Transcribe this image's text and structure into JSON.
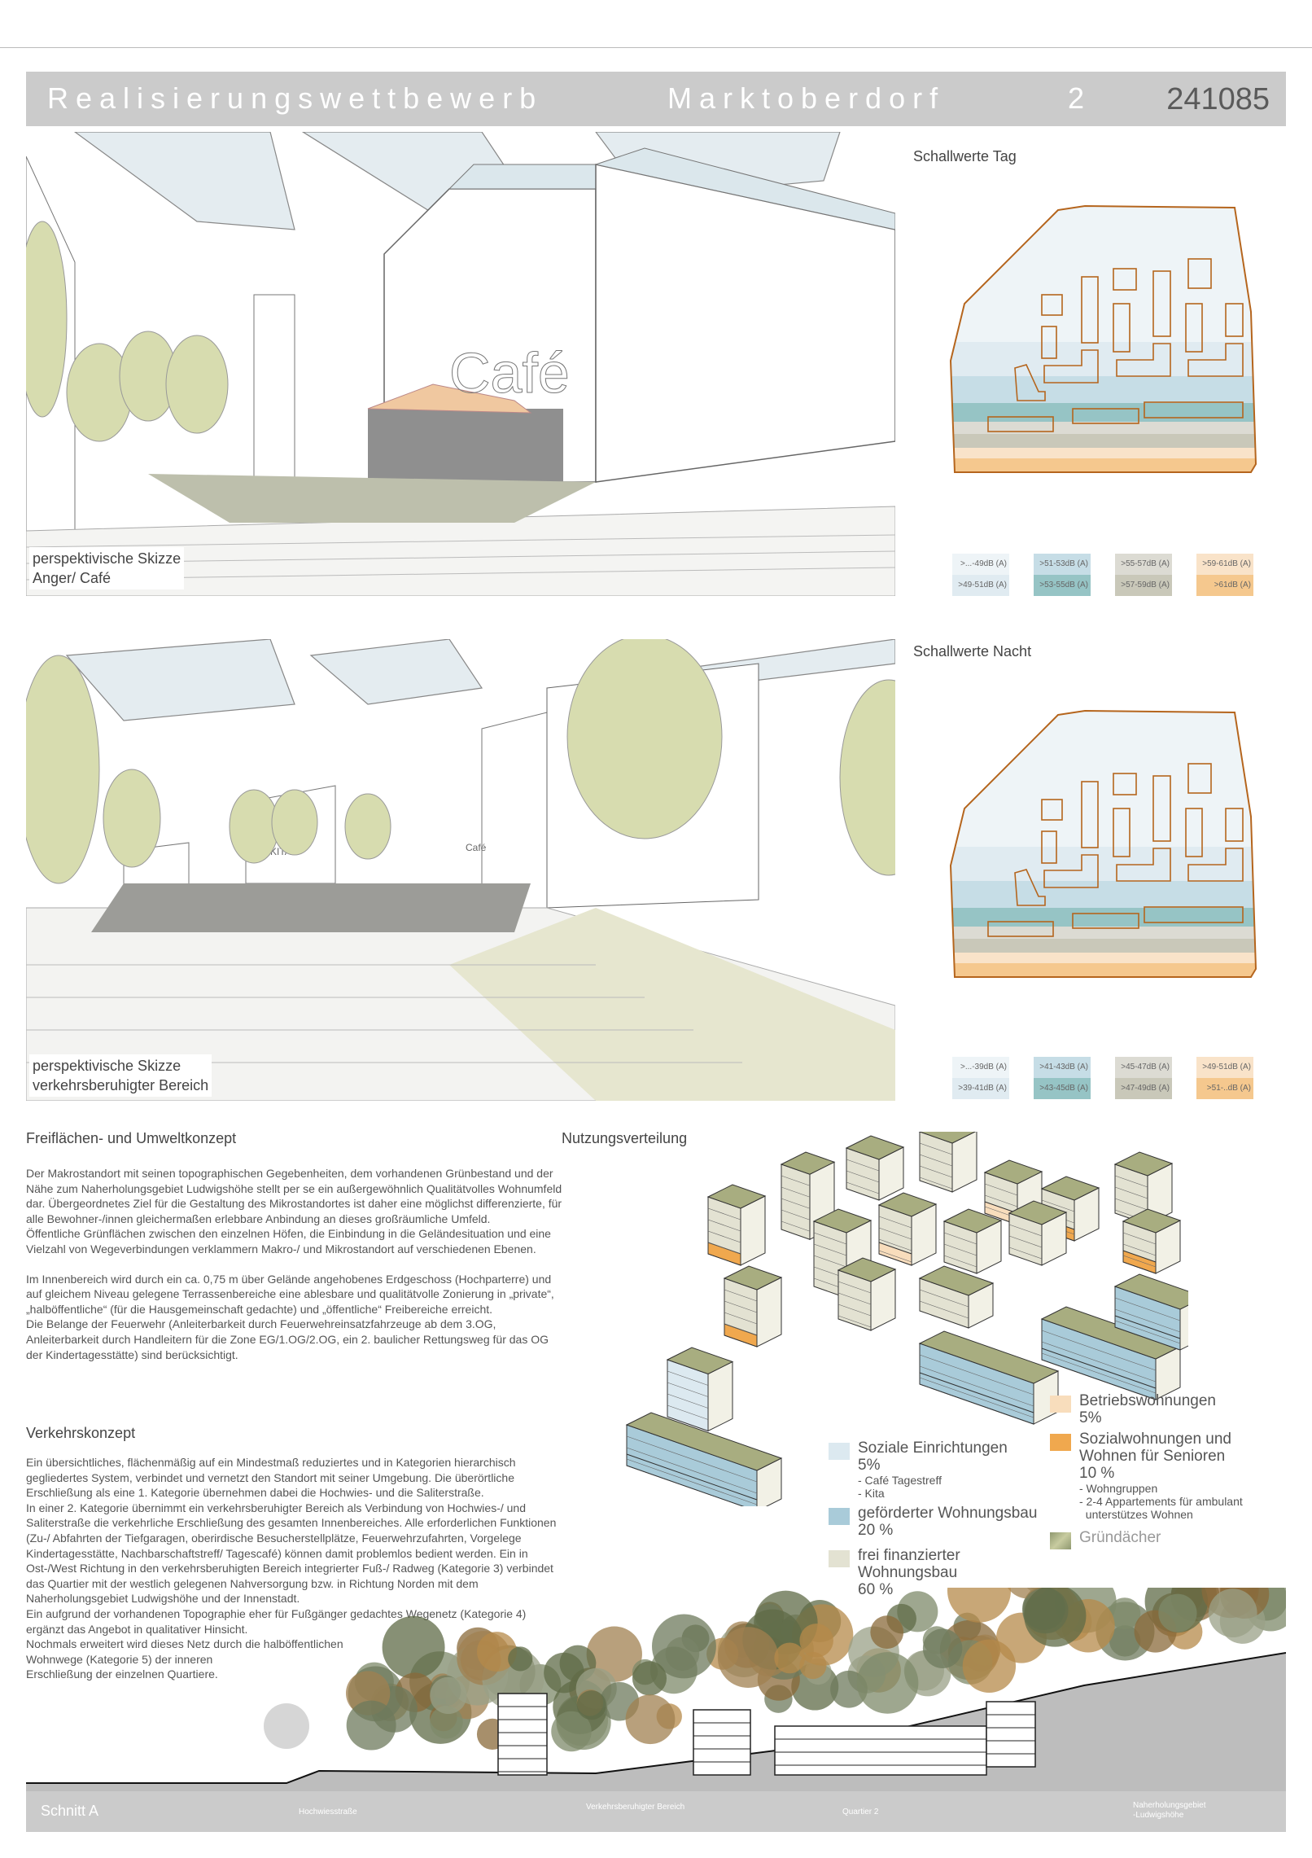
{
  "header": {
    "competition": "Realisierungswettbewerb",
    "place": "Marktoberdorf",
    "sheet": "2",
    "code": "241085"
  },
  "sketches": [
    {
      "label_line1": "perspektivische Skizze",
      "label_line2": "Anger/ Café",
      "sign": "Café"
    },
    {
      "label_line1": "perspektivische Skizze",
      "label_line2": "verkehrsberuhigter Bereich",
      "sign_kita": "KITA",
      "sign_cafe": "Café"
    }
  ],
  "noise": {
    "day": {
      "title": "Schallwerte Tag",
      "legend": [
        {
          "label": ">...-49dB (A)",
          "color": "#eef4f7"
        },
        {
          "label": ">49-51dB (A)",
          "color": "#e0ebf1"
        },
        {
          "label": ">51-53dB (A)",
          "color": "#c6dde6"
        },
        {
          "label": ">53-55dB (A)",
          "color": "#96c4c5"
        },
        {
          "label": ">55-57dB (A)",
          "color": "#dcdbd3"
        },
        {
          "label": ">57-59dB (A)",
          "color": "#c9c8b9"
        },
        {
          "label": ">59-61dB (A)",
          "color": "#f9e3c9"
        },
        {
          "label": ">61dB (A)",
          "color": "#f5c88e"
        }
      ]
    },
    "night": {
      "title": "Schallwerte Nacht",
      "legend": [
        {
          "label": ">...-39dB (A)",
          "color": "#eef4f7"
        },
        {
          "label": ">39-41dB (A)",
          "color": "#e0ebf1"
        },
        {
          "label": ">41-43dB (A)",
          "color": "#c6dde6"
        },
        {
          "label": ">43-45dB (A)",
          "color": "#96c4c5"
        },
        {
          "label": ">45-47dB (A)",
          "color": "#dcdbd3"
        },
        {
          "label": ">47-49dB (A)",
          "color": "#c9c8b9"
        },
        {
          "label": ">49-51dB (A)",
          "color": "#f9e3c9"
        },
        {
          "label": ">51-..dB (A)",
          "color": "#f5c88e"
        }
      ]
    },
    "outline_color": "#b5651d"
  },
  "freiflaechen": {
    "title": "Freiflächen- und Umweltkonzept",
    "paragraphs": [
      "Der Makrostandort mit seinen topographischen Gegebenheiten, dem vorhandenen Grünbestand und der Nähe zum Naherholungsgebiet Ludwigshöhe stellt per se ein außergewöhnlich Qualitätvolles Wohnumfeld dar. Übergeordnetes Ziel für die Gestaltung des Mikrostandortes ist daher eine möglichst differenzierte, für alle Bewohner-/innen gleichermaßen erlebbare Anbindung an dieses großräumliche Umfeld.",
      "Öffentliche Grünflächen zwischen den einzelnen Höfen, die Einbindung in die Geländesituation und eine Vielzahl von Wegeverbindungen verklammern Makro-/ und Mikrostandort auf verschiedenen Ebenen.",
      "Im Innenbereich wird durch ein ca. 0,75 m über Gelände angehobenes Erdgeschoss (Hochparterre) und auf gleichem Niveau gelegene Terrassenbereiche eine ablesbare und qualitätvolle Zonierung in „private“, „halböffentliche“ (für die Hausgemeinschaft gedachte) und „öffentliche“ Freibereiche erreicht.",
      "Die Belange der Feuerwehr (Anleiterbarkeit durch Feuerwehreinsatzfahrzeuge ab dem 3.OG, Anleiterbarkeit durch Handleitern für die Zone EG/1.OG/2.OG, ein 2. baulicher Rettungsweg für das OG der Kindertagesstätte) sind berücksichtigt."
    ]
  },
  "verkehr": {
    "title": "Verkehrskonzept",
    "paragraphs": [
      "Ein übersichtliches, flächenmäßig auf ein Mindestmaß reduziertes und in Kategorien hierarchisch gegliedertes System, verbindet und vernetzt den Standort mit seiner Umgebung. Die überörtliche Erschließung als eine 1. Kategorie übernehmen dabei die Hochwies- und die Saliterstraße.",
      "In einer 2. Kategorie übernimmt ein verkehrsberuhigter Bereich als Verbindung von Hochwies-/ und Saliterstraße die verkehrliche Erschließung des gesamten Innenbereiches. Alle erforderlichen Funktionen (Zu-/ Abfahrten der Tiefgaragen, oberirdische Besucherstellplätze, Feuerwehrzufahrten, Vorgelege Kindertagesstätte, Nachbarschaftstreff/ Tagescafé) können damit problemlos bedient werden. Ein in Ost-/West Richtung in den verkehrsberuhigten Bereich integrierter Fuß-/ Radweg (Kategorie 3) verbindet das Quartier mit der westlich gelegenen Nahversorgung bzw. in Richtung Norden mit dem Naherholungsgebiet Ludwigshöhe und der Innenstadt.",
      "Ein aufgrund der vorhandenen Topographie eher für Fußgänger gedachtes Wegenetz (Kategorie 4) ergänzt das Angebot in qualitativer Hinsicht.",
      "Nochmals erweitert wird dieses Netz durch die halböffentlichen",
      "Wohnwege (Kategorie 5) der inneren",
      "Erschließung der einzelnen Quartiere."
    ]
  },
  "nutzung": {
    "title": "Nutzungsverteilung",
    "items": [
      {
        "name": "Soziale Einrichtungen",
        "pct": "5%",
        "notes": [
          "- Café Tagestreff",
          "- Kita"
        ],
        "color": "#dce9f0"
      },
      {
        "name": "geförderter Wohnungsbau",
        "pct": "20 %",
        "notes": [],
        "color": "#a9cbd9"
      },
      {
        "name": "frei finanzierter",
        "name2": "Wohnungsbau",
        "pct": "60 %",
        "notes": [],
        "color": "#e3e2d2"
      },
      {
        "name": "Betriebswohnungen",
        "pct": "5%",
        "notes": [],
        "color": "#f8ddbc"
      },
      {
        "name": "Sozialwohnungen und",
        "name2": "Wohnen für Senioren",
        "pct": "10 %",
        "notes": [
          "- Wohngruppen",
          "- 2-4 Appartements für ambulant",
          "  unterstützes Wohnen"
        ],
        "color": "#f0a84e"
      },
      {
        "name": "Gründächer",
        "pct": "",
        "notes": [],
        "color": "#a8ad80"
      }
    ]
  },
  "schnitt": {
    "title": "Schnitt A",
    "labels": [
      "Hochwiesstraße",
      "Verkehrsberuhigter Bereich",
      "Quartier 2",
      "Naherholungsgebiet",
      "-Ludwigshöhe"
    ]
  }
}
